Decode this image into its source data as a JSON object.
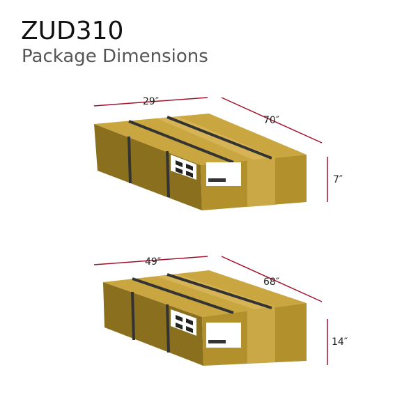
{
  "header": {
    "title": "ZUD310",
    "subtitle": "Package Dimensions"
  },
  "packages": [
    {
      "width": "29″",
      "length": "70″",
      "height": "7″"
    },
    {
      "width": "49″",
      "length": "68″",
      "height": "14″"
    }
  ],
  "colors": {
    "dimension_line": "#a0102a",
    "box_top": "#c9a640",
    "box_side": "#8a6f1f",
    "box_end": "#b2912d",
    "tape": "#333333"
  }
}
